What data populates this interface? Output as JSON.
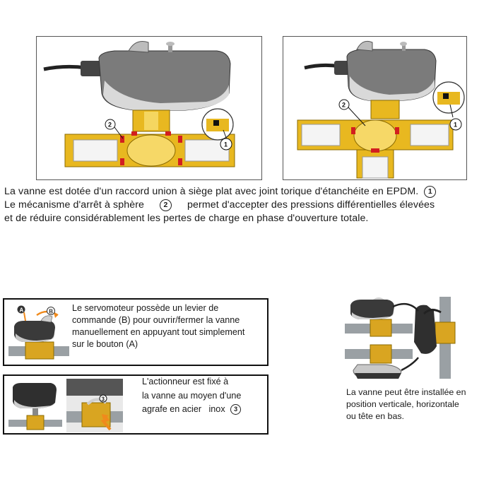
{
  "intro": {
    "line1": "La vanne est dotée d'un raccord union à siège plat avec joint torique d'étanchéite en EPDM.",
    "line1_marker": "1",
    "line2_a": "Le mécanisme d'arrêt à sphère",
    "line2_marker": "2",
    "line2_b": "permet d'accepter des pressions différentielles élevées",
    "line3": "et de réduire considérablement les pertes de charge en phase d'ouverture totale."
  },
  "diagrams": {
    "left_marker_1": "1",
    "left_marker_2": "2",
    "right_marker_1": "1",
    "right_marker_2": "2"
  },
  "box_lever": {
    "label_a": "A",
    "label_b": "B",
    "lines": [
      "Le servomoteur possède un levier de",
      "commande (B) pour ouvrir/fermer la vanne",
      "manuellement en appuyant tout simplement",
      "sur le bouton (A)"
    ]
  },
  "box_clip": {
    "clip_marker": "3",
    "lines": [
      "L'actionneur est fixé à",
      "la vanne au moyen d'une",
      "agrafe en acier   inox"
    ],
    "line_marker": "3"
  },
  "install_caption": {
    "lines": [
      "La vanne peut être installée en",
      "position verticale, horizontale",
      "ou tête en bas."
    ]
  },
  "colors": {
    "brass": "#e8b820",
    "brass_dark": "#b8860b",
    "actuator_grey": "#8a8a8a",
    "actuator_light": "#d6d6d6",
    "seal_red": "#d21f1f",
    "pipe_grey": "#9aa0a4",
    "accent_orange": "#f08a1c"
  }
}
